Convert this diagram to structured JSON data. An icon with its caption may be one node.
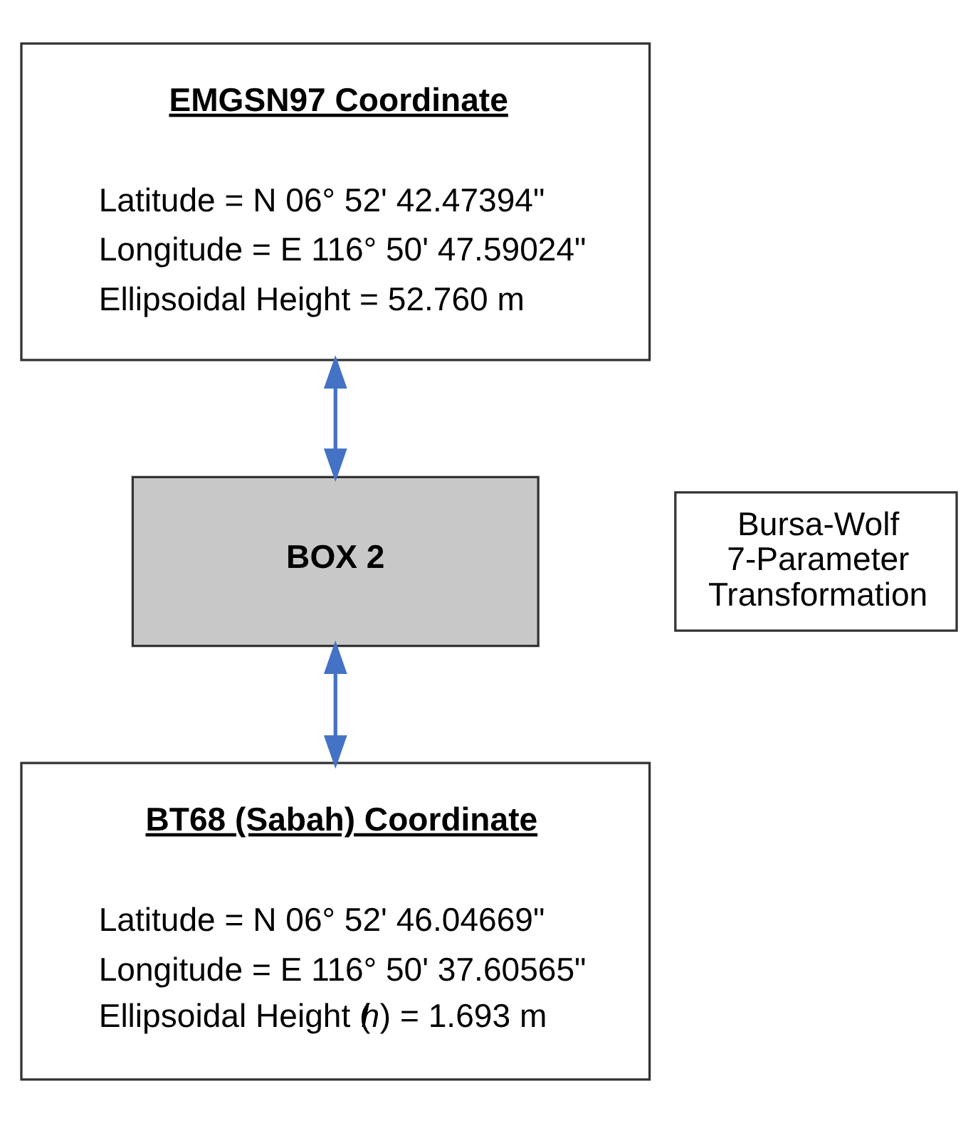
{
  "diagram": {
    "nodes": [
      {
        "text": [
          "EMGSN97 Coordinate",
          "Latitude = N 06° 52' 42.47394\"",
          "Longitude = E 116° 50' 47.59024\"",
          "Ellipsoidal Height = 52.760 m"
        ]
      },
      {
        "text": [
          "BOX 2"
        ]
      },
      {
        "text": [
          "Bursa-Wolf 7-Parameter Transformation"
        ]
      },
      {
        "text": [
          "BT68 (Sabah) Coordinate",
          "Latitude = N 06° 52' 46.04669\"",
          "Longitude = E 116° 50' 37.60565\"",
          "Ellipsoidal Height (*h*) = 1.693 m"
        ]
      }
    ],
    "edges": [
      {
        "from": 0,
        "to": 1,
        "arrow": "both"
      },
      {
        "from": 1,
        "to": 3,
        "arrow": "both"
      }
    ]
  }
}
